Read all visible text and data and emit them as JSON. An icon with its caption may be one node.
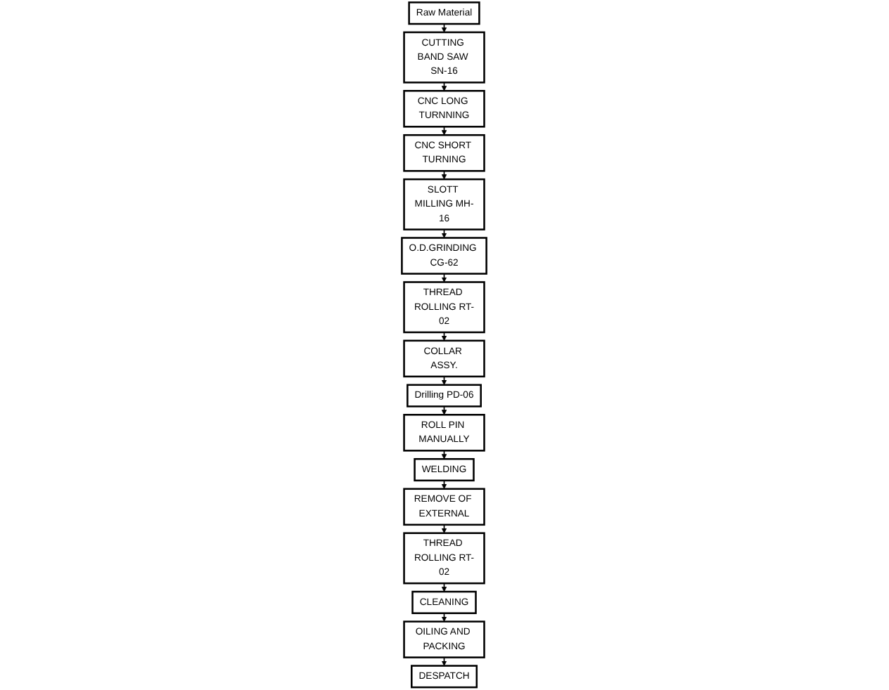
{
  "diagram": {
    "nodes": [
      {
        "text": [
          "Raw Material"
        ]
      },
      {
        "text": [
          "CUTTING BAND SAW SN-16"
        ]
      },
      {
        "text": [
          "CNC LONG TURNNING"
        ]
      },
      {
        "text": [
          "CNC SHORT TURNING"
        ]
      },
      {
        "text": [
          "SLOTT MILLING MH-16"
        ]
      },
      {
        "text": [
          "O.D.GRINDING CG-62"
        ]
      },
      {
        "text": [
          "THREAD ROLLING RT-02"
        ]
      },
      {
        "text": [
          "COLLAR ASSY."
        ]
      },
      {
        "text": [
          "Drilling PD-06"
        ]
      },
      {
        "text": [
          "ROLL PIN MANUALLY"
        ]
      },
      {
        "text": [
          "WELDING"
        ]
      },
      {
        "text": [
          "REMOVE OF EXTERNAL"
        ]
      },
      {
        "text": [
          "THREAD ROLLING RT-02"
        ]
      },
      {
        "text": [
          "CLEANING"
        ]
      },
      {
        "text": [
          "OILING AND PACKING"
        ]
      },
      {
        "text": [
          "DESPATCH"
        ]
      }
    ],
    "edges": [
      {
        "from": 0,
        "to": 1,
        "arrow": "to"
      },
      {
        "from": 1,
        "to": 2,
        "arrow": "to"
      },
      {
        "from": 2,
        "to": 3,
        "arrow": "to"
      },
      {
        "from": 3,
        "to": 4,
        "arrow": "to"
      },
      {
        "from": 4,
        "to": 5,
        "arrow": "to"
      },
      {
        "from": 5,
        "to": 6,
        "arrow": "to"
      },
      {
        "from": 6,
        "to": 7,
        "arrow": "to"
      },
      {
        "from": 7,
        "to": 8,
        "arrow": "to"
      },
      {
        "from": 8,
        "to": 9,
        "arrow": "to"
      },
      {
        "from": 9,
        "to": 10,
        "arrow": "to"
      },
      {
        "from": 10,
        "to": 11,
        "arrow": "to"
      },
      {
        "from": 11,
        "to": 12,
        "arrow": "to"
      },
      {
        "from": 12,
        "to": 13,
        "arrow": "to"
      },
      {
        "from": 13,
        "to": 14,
        "arrow": "to"
      },
      {
        "from": 14,
        "to": 15,
        "arrow": "to"
      }
    ]
  }
}
